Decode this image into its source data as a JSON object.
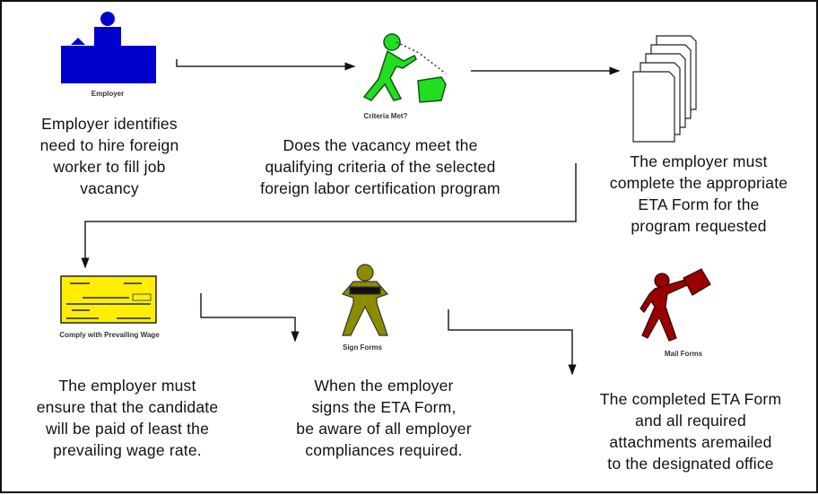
{
  "steps": [
    {
      "label": "Employer",
      "text": [
        "Employer identifies",
        "need to hire foreign",
        "worker to fill job",
        "vacancy"
      ]
    },
    {
      "label": "Criteria Met?",
      "text": [
        "Does the vacancy meet the",
        "qualifying criteria of the selected",
        "foreign labor certification program"
      ]
    },
    {
      "label": "",
      "text": [
        "The employer must",
        "complete the appropriate",
        "ETA Form for the",
        "program requested"
      ]
    },
    {
      "label": "Comply with Prevailing Wage",
      "text": [
        "The employer must",
        "ensure that the candidate",
        "will be paid of least the",
        "prevailing wage rate."
      ]
    },
    {
      "label": "Sign Forms",
      "text": [
        "When the employer",
        "signs the ETA Form,",
        "be aware of all employer",
        "compliances required."
      ]
    },
    {
      "label": "Mail Forms",
      "text": [
        "The completed ETA Form",
        "and all required",
        "attachments aremailed",
        "to the designated office"
      ]
    }
  ],
  "colors": {
    "employer": "#0000cc",
    "criteria": "#22dd22",
    "check": "#ffee00",
    "sign": "#8c8c00",
    "mail": "#990000"
  }
}
